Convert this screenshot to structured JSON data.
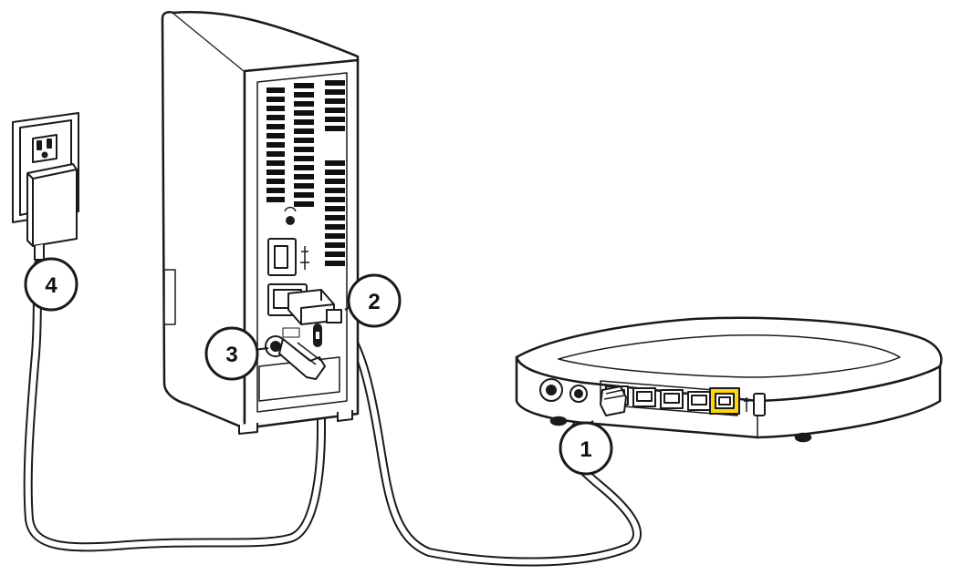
{
  "diagram": {
    "callouts": [
      {
        "id": "c1",
        "label": "1"
      },
      {
        "id": "c2",
        "label": "2"
      },
      {
        "id": "c3",
        "label": "3"
      },
      {
        "id": "c4",
        "label": "4"
      }
    ]
  },
  "colors": {
    "line": "#1a1a1a",
    "cable": "#ffffff",
    "fill": "#ffffff",
    "vent": "#111111",
    "wan_port_highlight": "#ffd60a"
  },
  "icons": [
    "wall-outlet-icon",
    "power-adapter-icon",
    "usb-icon",
    "ethernet-port-icon",
    "power-button-icon",
    "kensington-lock-icon"
  ]
}
